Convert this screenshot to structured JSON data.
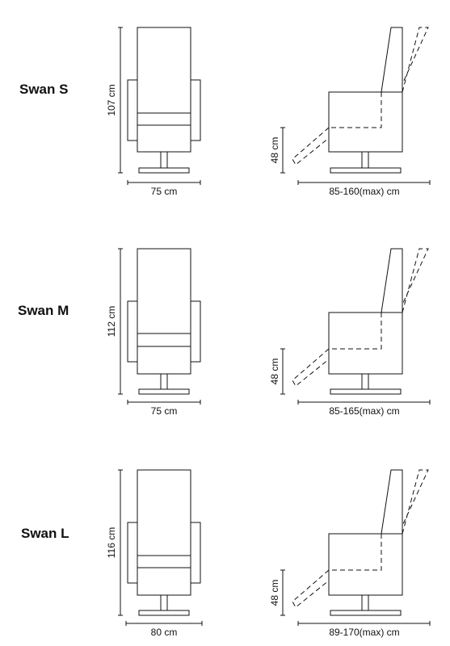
{
  "models": [
    {
      "name": "Swan S",
      "front_height": "107 cm",
      "front_width": "75 cm",
      "side_seat_height": "48 cm",
      "side_length": "85-160(max) cm"
    },
    {
      "name": "Swan M",
      "front_height": "112 cm",
      "front_width": "75 cm",
      "side_seat_height": "48 cm",
      "side_length": "85-165(max) cm"
    },
    {
      "name": "Swan L",
      "front_height": "116 cm",
      "front_width": "80 cm",
      "side_seat_height": "48 cm",
      "side_length": "89-170(max) cm"
    }
  ],
  "colors": {
    "line": "#111111",
    "background": "#ffffff"
  }
}
